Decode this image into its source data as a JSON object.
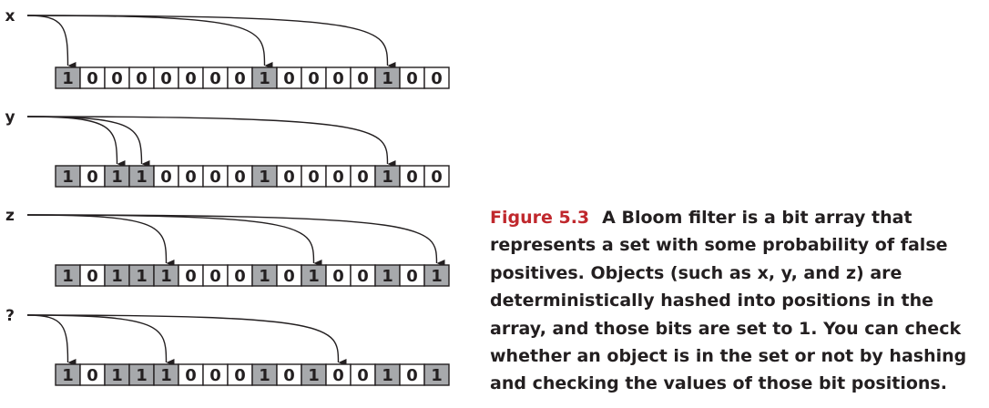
{
  "diagram": {
    "rows": [
      {
        "label": "x",
        "bits": [
          1,
          0,
          0,
          0,
          0,
          0,
          0,
          0,
          1,
          0,
          0,
          0,
          0,
          1,
          0,
          0
        ],
        "hashed_positions": [
          0,
          8,
          13
        ]
      },
      {
        "label": "y",
        "bits": [
          1,
          0,
          1,
          1,
          0,
          0,
          0,
          0,
          1,
          0,
          0,
          0,
          0,
          1,
          0,
          0
        ],
        "hashed_positions": [
          2,
          3,
          13
        ]
      },
      {
        "label": "z",
        "bits": [
          1,
          0,
          1,
          1,
          1,
          0,
          0,
          0,
          1,
          0,
          1,
          0,
          0,
          1,
          0,
          1
        ],
        "hashed_positions": [
          4,
          10,
          15
        ]
      },
      {
        "label": "?",
        "bits": [
          1,
          0,
          1,
          1,
          1,
          0,
          0,
          0,
          1,
          0,
          1,
          0,
          0,
          1,
          0,
          1
        ],
        "hashed_positions": [
          0,
          4,
          11
        ]
      }
    ],
    "colors": {
      "set_bit_fill": "#a7a9ac",
      "clear_bit_fill": "#ffffff",
      "stroke": "#231f20"
    }
  },
  "caption": {
    "label": "Figure 5.3",
    "lines": [
      "A Bloom filter is a bit array that",
      "represents a set with some probability of false",
      "positives. Objects (such as x, y, and z) are",
      "deterministically hashed into positions in the",
      "array, and those bits are set to 1. You can check",
      "whether an object is in the set or not by hashing",
      "and checking the values of those bit positions."
    ],
    "label_color": "#c0282d",
    "text_color": "#231f20"
  }
}
